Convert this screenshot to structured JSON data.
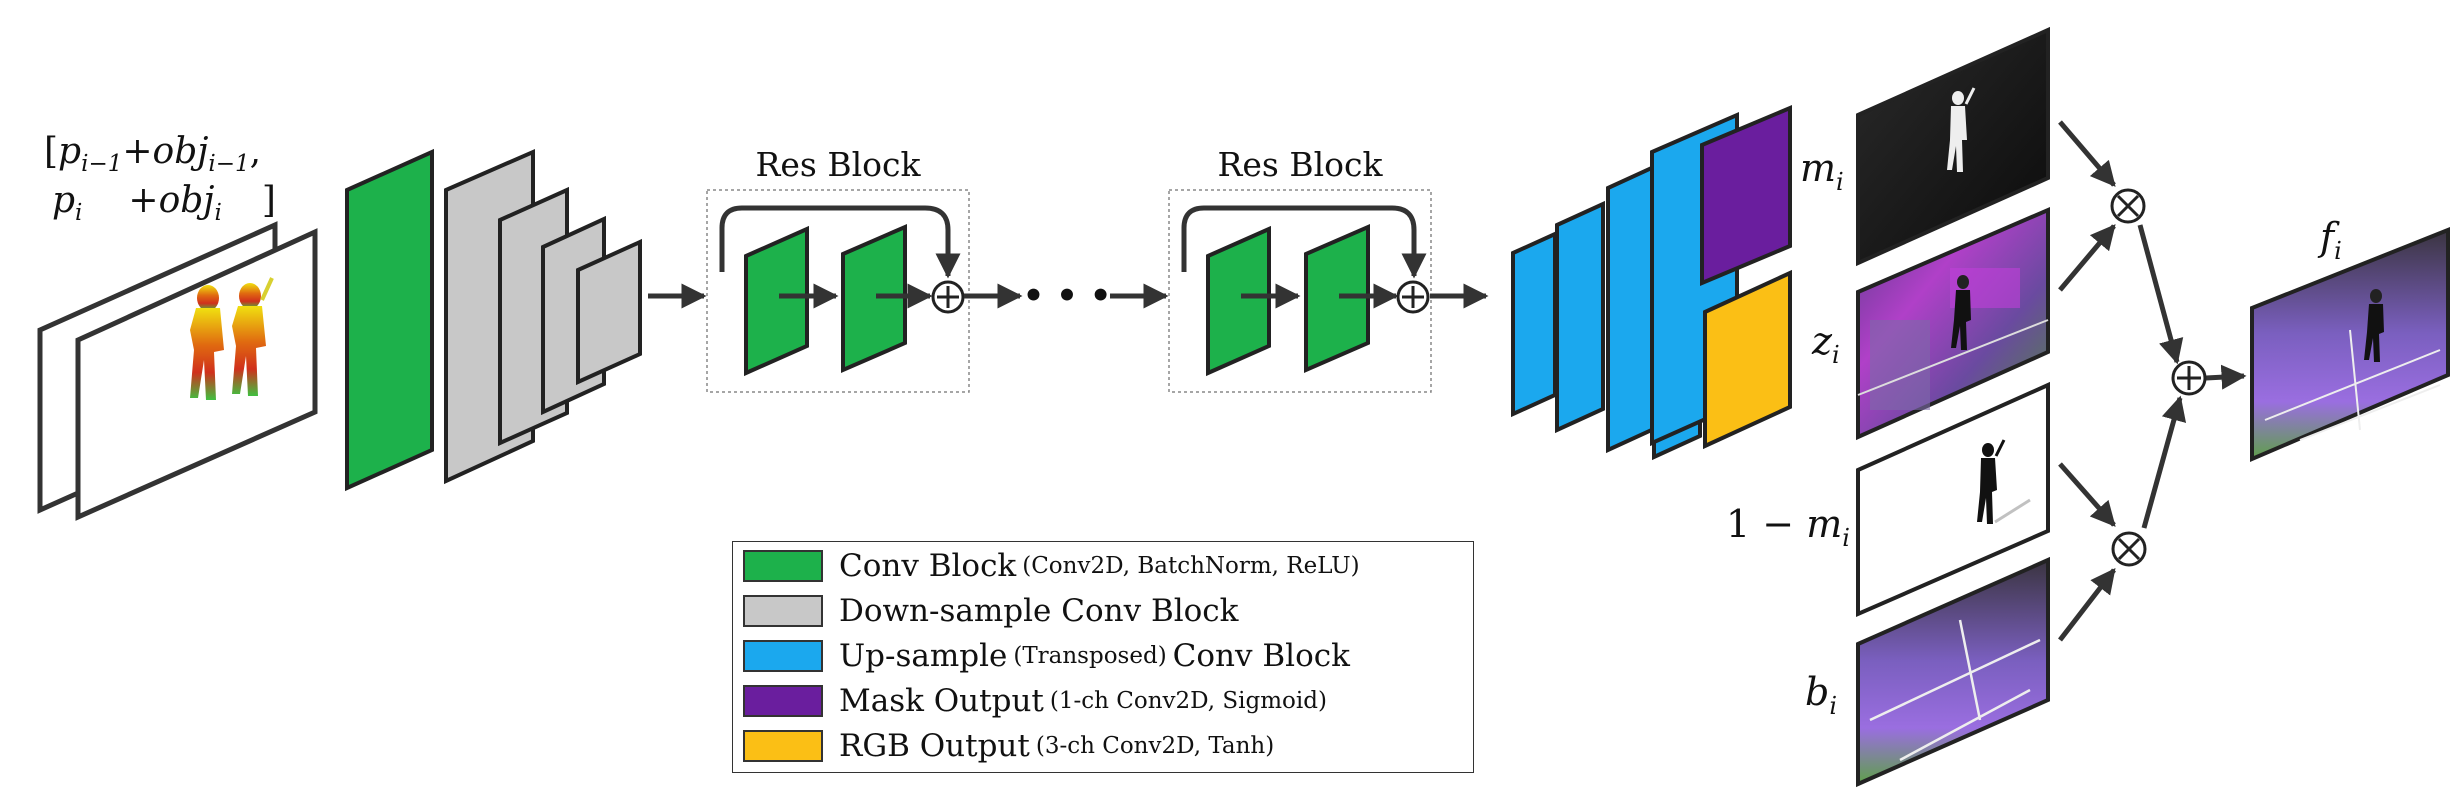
{
  "input_label": {
    "line1_open": "[",
    "line1_p": "p",
    "line1_p_sub": "i−1",
    "line1_plus": "+obj",
    "line1_obj_sub": "i−1",
    "line1_comma": ",",
    "line2_p": "p",
    "line2_p_sub": "i",
    "line2_plus": "+obj",
    "line2_obj_sub": "i",
    "line2_close": "]"
  },
  "res_blocks": [
    {
      "title": "Res Block"
    },
    {
      "title": "Res Block"
    }
  ],
  "ellipsis": "• • •",
  "outputs": {
    "mask": {
      "base": "m",
      "sub": "i"
    },
    "rgb": {
      "base": "z",
      "sub": "i"
    },
    "inv_mask": {
      "prefix": "1 − ",
      "base": "m",
      "sub": "i"
    },
    "background": {
      "base": "b",
      "sub": "i"
    },
    "final": {
      "base": "f",
      "sub": "i"
    }
  },
  "operators": {
    "multiply": "⊗",
    "add": "⊕"
  },
  "legend": [
    {
      "label": "Conv Block",
      "detail": "(Conv2D, BatchNorm, ReLU)",
      "color": "#1db14b"
    },
    {
      "label": "Down-sample Conv Block",
      "detail": "",
      "color": "#c8c8c8"
    },
    {
      "label": "Up-sample",
      "detail": "(Transposed)",
      "label_after": "Conv Block",
      "color": "#1ba8ee"
    },
    {
      "label": "Mask Output",
      "detail": "(1-ch Conv2D, Sigmoid)",
      "color": "#6a1e9e"
    },
    {
      "label": "RGB Output",
      "detail": "(3-ch Conv2D, Tanh)",
      "color": "#fbbf15"
    }
  ],
  "colors": {
    "conv": "#1db14b",
    "downsample": "#c8c8c8",
    "upsample": "#1ba8ee",
    "mask": "#6a1e9e",
    "rgb": "#fbbf15",
    "arrow": "#333333"
  }
}
